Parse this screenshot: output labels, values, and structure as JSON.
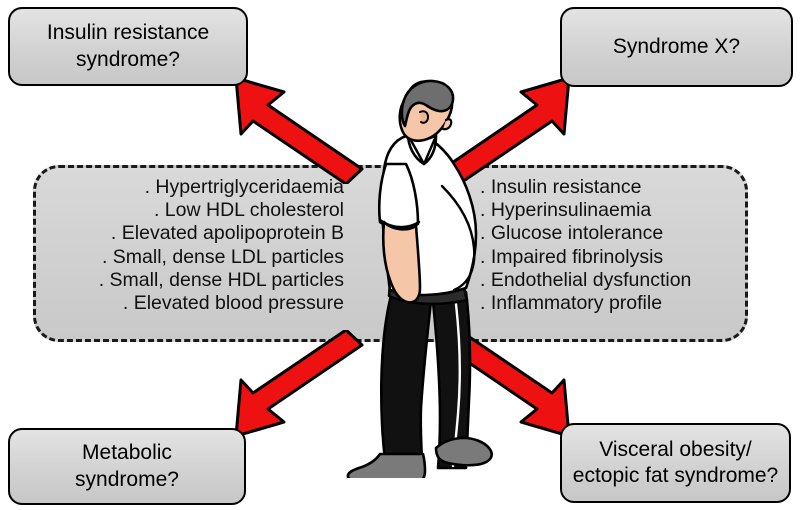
{
  "diagram": {
    "title_boxes": {
      "top_left": "Insulin resistance\nsyndrome?",
      "top_right": "Syndrome X?",
      "bottom_left": "Metabolic\nsyndrome?",
      "bottom_right": "Visceral obesity/\nectopic fat syndrome?"
    },
    "center_panel": {
      "left_column": [
        ". Hypertriglyceridaemia",
        ". Low HDL cholesterol",
        ". Elevated apolipoprotein B",
        ". Small, dense LDL particles",
        ". Small, dense HDL particles",
        ". Elevated blood pressure"
      ],
      "right_column": [
        ". Insulin resistance",
        ". Hyperinsulinaemia",
        ". Glucose intolerance",
        ". Impaired fibrinolysis",
        ". Endothelial dysfunction",
        ". Inflammatory profile"
      ]
    },
    "arrows": {
      "top_left": "arrow-up-left",
      "top_right": "arrow-up-right",
      "bottom_left": "arrow-down-left",
      "bottom_right": "arrow-down-right"
    },
    "illustration": "obese-man-side-view",
    "colors": {
      "arrow_fill": "#ee1111",
      "arrow_outline": "#000000",
      "box_fill": "#d6d6d6",
      "box_outline": "#000000",
      "panel_fill": "#d2d2d2",
      "panel_outline": "#1a1a1a",
      "skin": "#f6c6a8",
      "hair": "#6e6e6e",
      "shirt": "#ffffff",
      "trousers": "#111111",
      "shoes": "#7a7a7a"
    }
  }
}
